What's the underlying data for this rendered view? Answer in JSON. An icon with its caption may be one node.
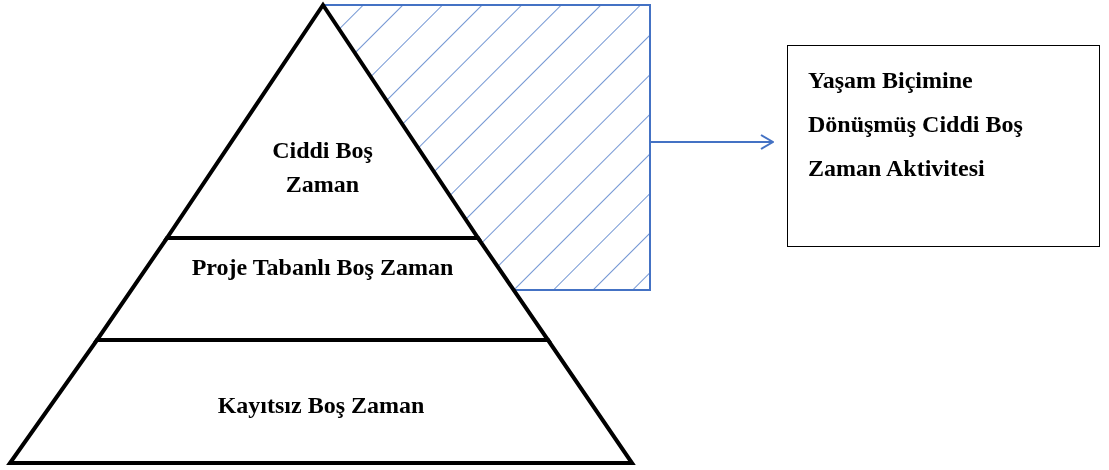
{
  "diagram": {
    "nodes": [
      {
        "text": [
          "Ciddi Boş Zaman"
        ]
      },
      {
        "text": [
          "Proje Tabanlı Boş Zaman"
        ]
      },
      {
        "text": [
          "Kayıtsız Boş Zaman"
        ]
      },
      {
        "text": [],
        "shape": "box"
      },
      {
        "text": [
          "Yaşam Biçimine Dönüşmüş Ciddi Boş Zaman Aktivitesi"
        ]
      }
    ],
    "edges": [
      {
        "from": 3,
        "to": 4,
        "arrow": "to"
      }
    ]
  }
}
